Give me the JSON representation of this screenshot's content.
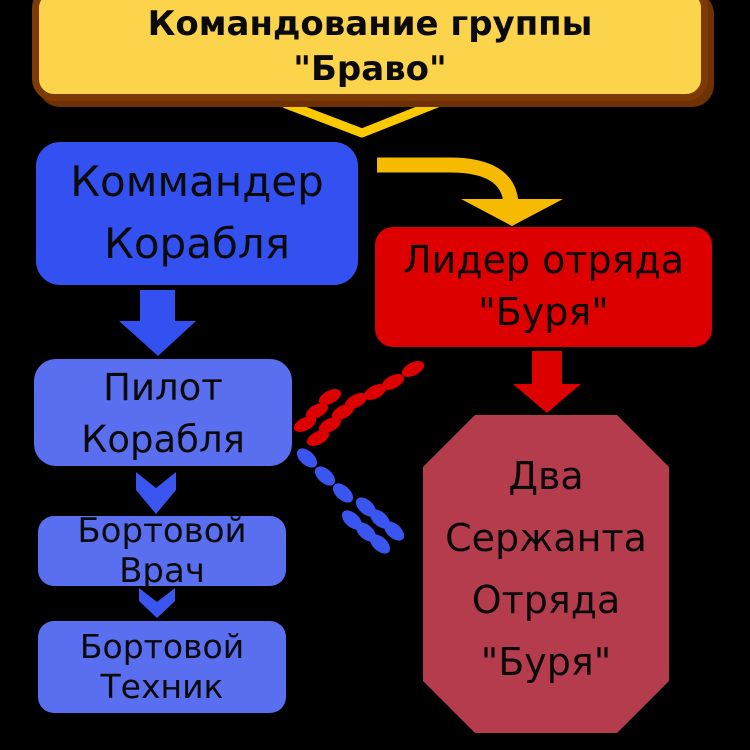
{
  "colors": {
    "background": "#000000",
    "command_fill": "#FBD44C",
    "command_border": "#7B3A06",
    "bright_blue": "#3351F0",
    "light_blue": "#5A6FF0",
    "chevron_blue": "#3B55F0",
    "red": "#DD0000",
    "dark_red": "#B53C4C",
    "yellow_arrow": "#F6BB00",
    "yellow_chevron": "#FBC902",
    "text": "#0A0A0A"
  },
  "nodes": {
    "command": {
      "lines": [
        "Командование группы",
        "\"Браво\""
      ]
    },
    "commander": {
      "lines": [
        "Коммандер",
        "Корабля"
      ]
    },
    "leader": {
      "lines": [
        "Лидер отряда",
        "\"Буря\""
      ]
    },
    "pilot": {
      "lines": [
        "Пилот",
        "Корабля"
      ]
    },
    "doctor": {
      "label": "Бортовой Врач"
    },
    "technician": {
      "lines": [
        "Бортовой",
        "Техник"
      ]
    },
    "sergeants": {
      "lines": [
        "Два",
        "Сержанта",
        "Отряда",
        "\"Буря\""
      ]
    }
  }
}
